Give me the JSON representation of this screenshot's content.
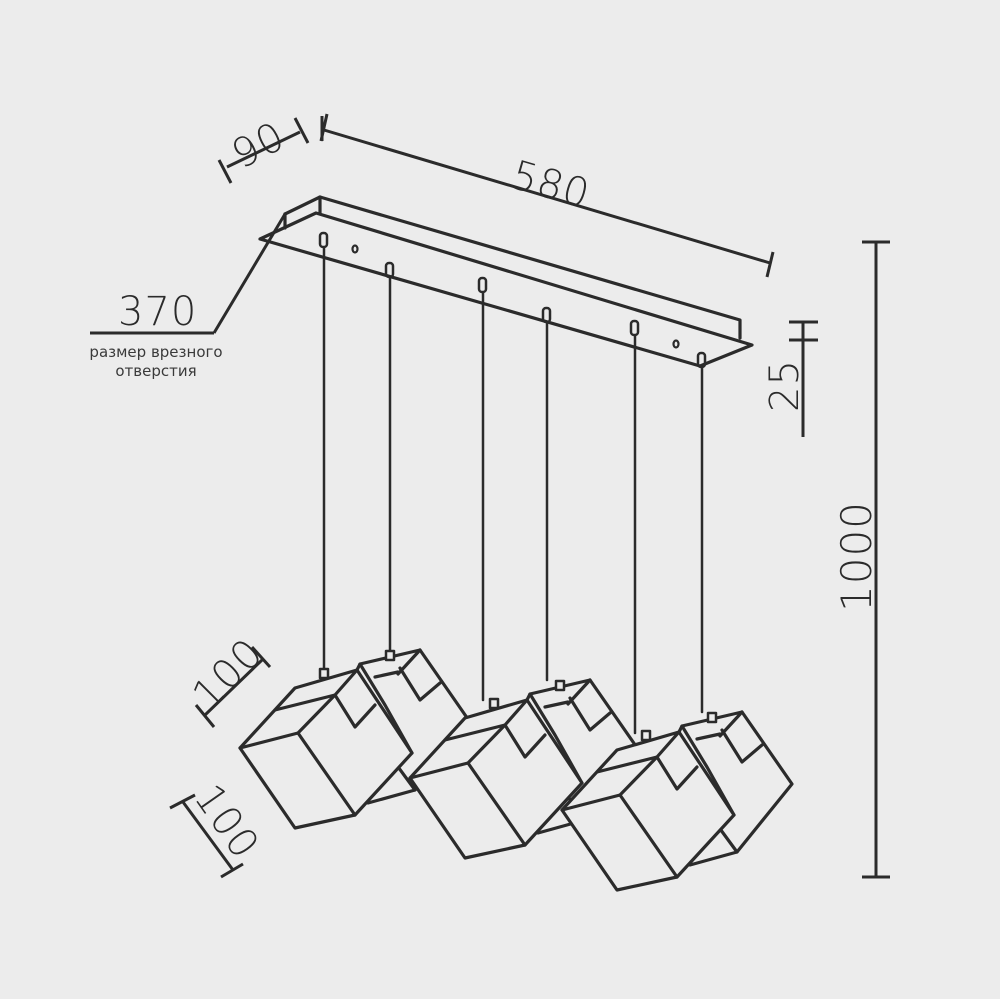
{
  "drawing": {
    "title": "Pendant lamp dimension drawing",
    "background": "#ececec",
    "line_color": "#2b2b2b",
    "pendant_count": 6,
    "dimensions": {
      "canopy_depth": "90",
      "canopy_length": "580",
      "cutout_size": "370",
      "cutout_note_line1": "размер врезного",
      "cutout_note_line2": "отверстия",
      "canopy_height": "25",
      "total_height": "1000",
      "shade_width": "100",
      "shade_height": "100"
    }
  }
}
